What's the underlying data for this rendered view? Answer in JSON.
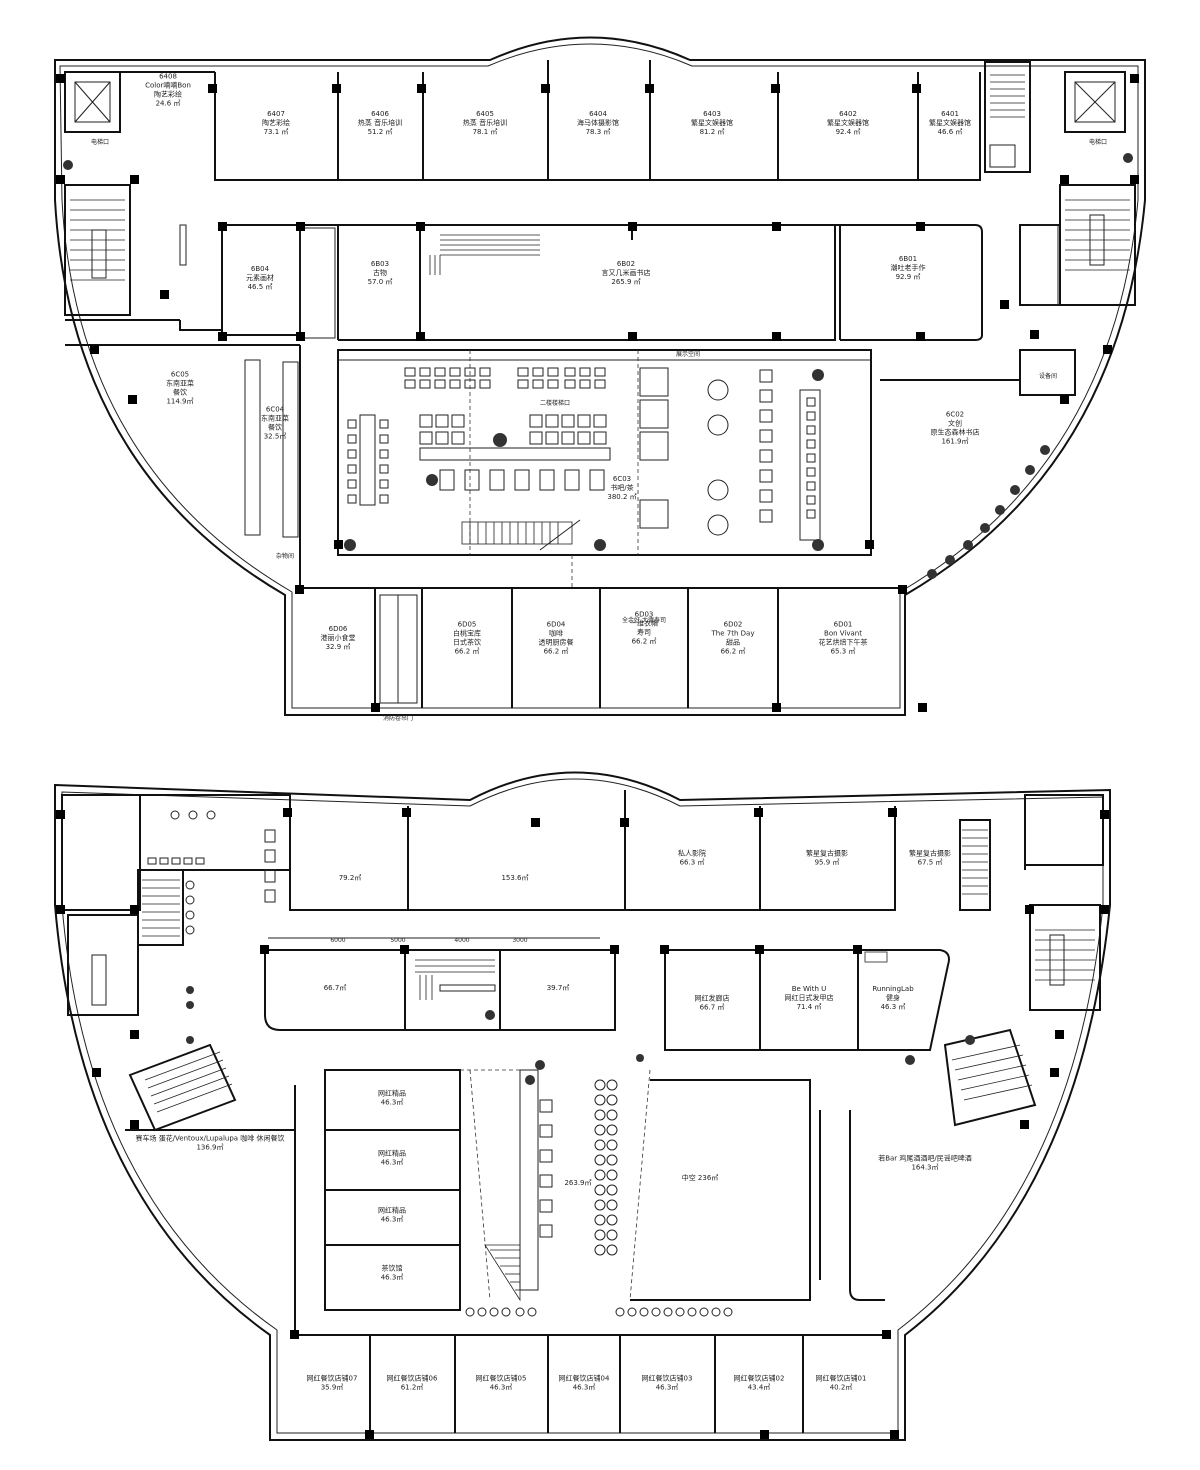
{
  "floor1": {
    "rooms": [
      {
        "id": "r1_6408",
        "lines": [
          "6408",
          "Color喃喃Bon",
          "陶艺彩绘",
          "24.6 ㎡"
        ]
      },
      {
        "id": "r1_6407",
        "lines": [
          "6407",
          "陶艺彩绘",
          "73.1 ㎡"
        ]
      },
      {
        "id": "r1_6406",
        "lines": [
          "6406",
          "热蒸 音乐培训",
          "51.2 ㎡"
        ]
      },
      {
        "id": "r1_6405",
        "lines": [
          "6405",
          "热蒸 音乐培训",
          "78.1 ㎡"
        ]
      },
      {
        "id": "r1_6404",
        "lines": [
          "6404",
          "海马体摄影馆",
          "78.3 ㎡"
        ]
      },
      {
        "id": "r1_6403",
        "lines": [
          "6403",
          "繁星文娱器馆",
          "81.2 ㎡"
        ]
      },
      {
        "id": "r1_6402",
        "lines": [
          "6402",
          "繁星文娱器馆",
          "92.4 ㎡"
        ]
      },
      {
        "id": "r1_6401",
        "lines": [
          "6401",
          "繁星文娱器馆",
          "46.6 ㎡"
        ]
      },
      {
        "id": "r1_6b04",
        "lines": [
          "6B04",
          "元素画材",
          "46.5 ㎡"
        ]
      },
      {
        "id": "r1_6b03",
        "lines": [
          "6B03",
          "古物",
          "57.0 ㎡"
        ]
      },
      {
        "id": "r1_6b02",
        "lines": [
          "6B02",
          "言又几米画书店",
          "265.9 ㎡"
        ]
      },
      {
        "id": "r1_6b01",
        "lines": [
          "6B01",
          "潮吐老手作",
          "92.9 ㎡"
        ]
      },
      {
        "id": "r1_6c05",
        "lines": [
          "6C05",
          "东南亚菜",
          "餐饮",
          "114.9㎡"
        ]
      },
      {
        "id": "r1_6c04",
        "lines": [
          "6C04",
          "东南亚菜",
          "餐饮",
          "32.5㎡"
        ]
      },
      {
        "id": "r1_6c03",
        "lines": [
          "6C03",
          "书吧/茶",
          "380.2 ㎡"
        ]
      },
      {
        "id": "r1_6c02",
        "lines": [
          "6C02",
          "文创",
          "原生态森林书店",
          "161.9㎡"
        ]
      },
      {
        "id": "r1_6d06",
        "lines": [
          "6D06",
          "港丽小食堂",
          "32.9 ㎡"
        ]
      },
      {
        "id": "r1_6d05",
        "lines": [
          "6D05",
          "白桃宝库",
          "日式茶饮",
          "66.2 ㎡"
        ]
      },
      {
        "id": "r1_6d04",
        "lines": [
          "6D04",
          "咖啡",
          "透明厨房餐",
          "66.2 ㎡"
        ]
      },
      {
        "id": "r1_6d03",
        "lines": [
          "6D03",
          "一维衣帽",
          "寿司",
          "66.2 ㎡"
        ]
      },
      {
        "id": "r1_6d02",
        "lines": [
          "6D02",
          "The 7th Day",
          "甜品",
          "66.2 ㎡"
        ]
      },
      {
        "id": "r1_6d01",
        "lines": [
          "6D01",
          "Bon Vivant",
          "花艺烘焙下午茶",
          "65.3 ㎡"
        ]
      }
    ],
    "labels": {
      "elevator_left": "电梯口",
      "elevator_right": "电梯口",
      "storage": "杂物间",
      "equipment": "设备间",
      "fire_door": "消防卷帘门",
      "stairs_note": "二楼楼梯口",
      "sign_upper": "全余好  大德寿司",
      "sign_upper2": "展示空间"
    }
  },
  "floor2": {
    "rooms": [
      {
        "id": "r2_a",
        "lines": [
          "79.2㎡"
        ]
      },
      {
        "id": "r2_b",
        "lines": [
          "153.6㎡"
        ]
      },
      {
        "id": "r2_c",
        "lines": [
          "私人影院",
          "66.3 ㎡"
        ]
      },
      {
        "id": "r2_d",
        "lines": [
          "繁星复古摄影",
          "95.9 ㎡"
        ]
      },
      {
        "id": "r2_e",
        "lines": [
          "繁星复古摄影",
          "67.5 ㎡"
        ]
      },
      {
        "id": "r2_f",
        "lines": [
          "66.7㎡"
        ]
      },
      {
        "id": "r2_g",
        "lines": [
          "39.7㎡"
        ]
      },
      {
        "id": "r2_h",
        "lines": [
          "网红发廊店",
          "66.7 ㎡"
        ]
      },
      {
        "id": "r2_i",
        "lines": [
          "Be With U",
          "网红日式发甲店",
          "71.4 ㎡"
        ]
      },
      {
        "id": "r2_j",
        "lines": [
          "RunningLab",
          "健身",
          "46.3 ㎡"
        ]
      },
      {
        "id": "r2_k",
        "lines": [
          "赛车场 蛋花/Ventoux/Lupalupa 咖啡 休闲餐饮",
          "136.9㎡"
        ]
      },
      {
        "id": "r2_l1",
        "lines": [
          "网红精品",
          "46.3㎡"
        ]
      },
      {
        "id": "r2_l2",
        "lines": [
          "网红精品",
          "46.3㎡"
        ]
      },
      {
        "id": "r2_l3",
        "lines": [
          "网红精品",
          "46.3㎡"
        ]
      },
      {
        "id": "r2_l4",
        "lines": [
          "茶饮馆",
          "46.3㎡"
        ]
      },
      {
        "id": "r2_m",
        "lines": [
          "263.9㎡"
        ]
      },
      {
        "id": "r2_n",
        "lines": [
          "中空 236㎡"
        ]
      },
      {
        "id": "r2_o",
        "lines": [
          "若Bar 鸡尾酒酒吧/民谣吧啤酒",
          "164.3㎡"
        ]
      },
      {
        "id": "r2_s7",
        "lines": [
          "网红餐饮店铺07",
          "35.9㎡"
        ]
      },
      {
        "id": "r2_s6",
        "lines": [
          "网红餐饮店铺06",
          "61.2㎡"
        ]
      },
      {
        "id": "r2_s5",
        "lines": [
          "网红餐饮店铺05",
          "46.3㎡"
        ]
      },
      {
        "id": "r2_s4",
        "lines": [
          "网红餐饮店铺04",
          "46.3㎡"
        ]
      },
      {
        "id": "r2_s3",
        "lines": [
          "网红餐饮店铺03",
          "46.3㎡"
        ]
      },
      {
        "id": "r2_s2",
        "lines": [
          "网红餐饮店铺02",
          "43.4㎡"
        ]
      },
      {
        "id": "r2_s1",
        "lines": [
          "网红餐饮店铺01",
          "40.2㎡"
        ]
      }
    ],
    "labels": {
      "dim1": "6000",
      "dim2": "5000",
      "dim3": "4000",
      "dim4": "3000"
    }
  },
  "colors": {
    "line": "#111111",
    "background": "#ffffff"
  }
}
